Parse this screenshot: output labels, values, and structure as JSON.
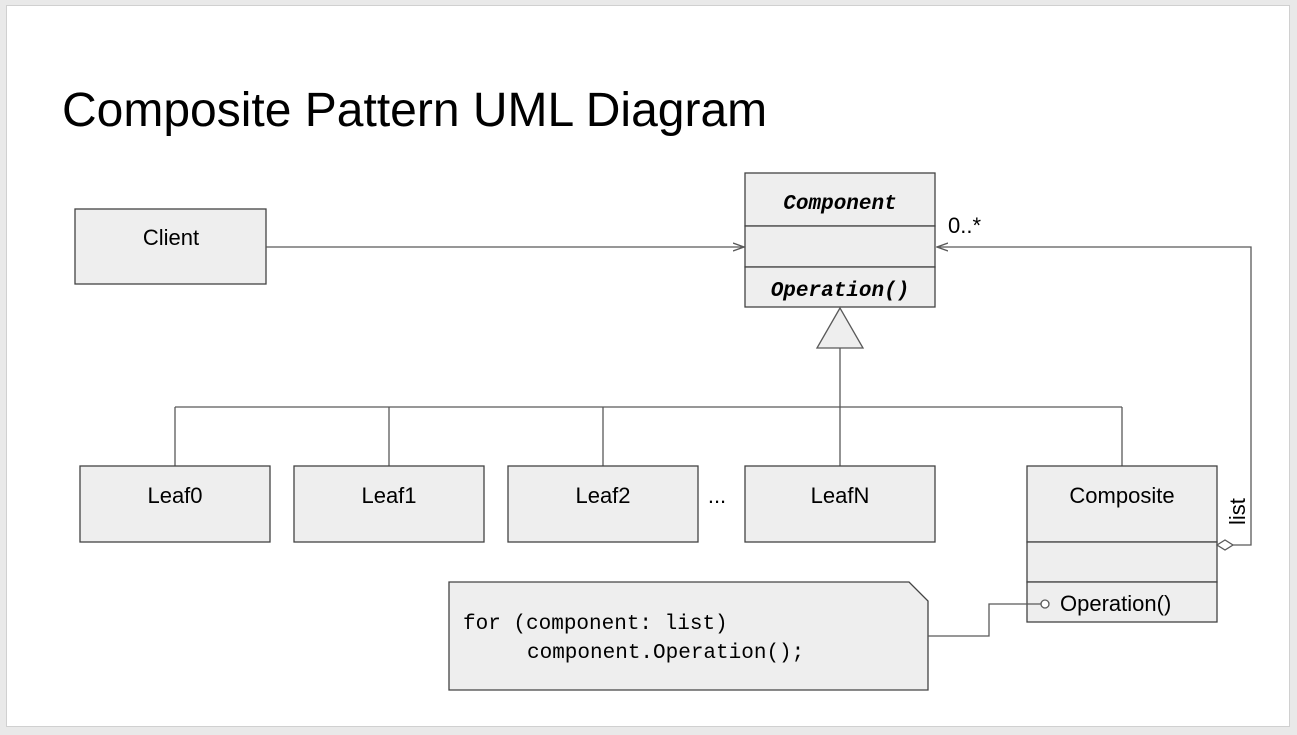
{
  "title": "Composite Pattern UML Diagram",
  "client": {
    "label": "Client"
  },
  "component": {
    "name": "Component",
    "operation": "Operation()"
  },
  "multiplicity": "0..*",
  "leaves": [
    "Leaf0",
    "Leaf1",
    "Leaf2",
    "LeafN"
  ],
  "ellipsis": "...",
  "composite": {
    "name": "Composite",
    "operation": "Operation()",
    "role": "list"
  },
  "note": {
    "line1": "for (component: list)",
    "line2": "component.Operation();"
  }
}
